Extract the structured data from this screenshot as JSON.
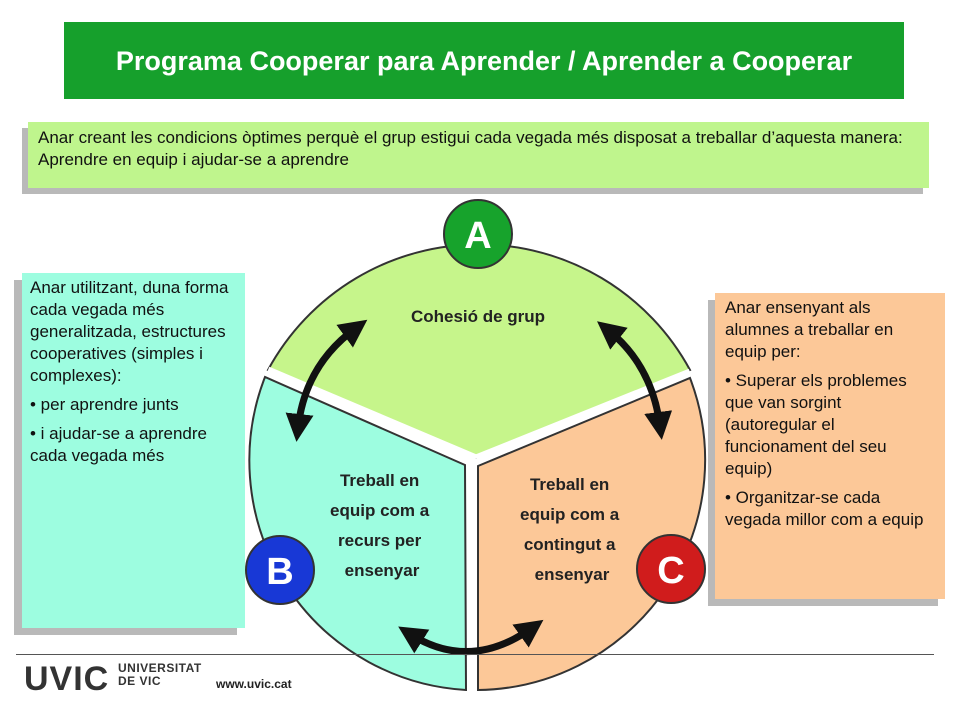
{
  "title": "Programa Cooperar para Aprender / Aprender a Cooperar",
  "top_box": "Anar creant les condicions òptimes perquè el grup estigui cada vegada més disposat a treballar d’aquesta manera: Aprendre en equip i ajudar-se a aprendre",
  "left_box": {
    "intro": "Anar utilitzant, duna forma cada vegada més generalitzada, estructures cooperatives (simples i complexes):",
    "bullets": [
      "•  per aprendre junts",
      "•  i ajudar-se a aprendre cada vegada més"
    ]
  },
  "right_box": {
    "intro": "Anar ensenyant als alumnes a treballar en equip per:",
    "bullets": [
      "• Superar els problemes que van sorgint (autoregular el funcionament del seu equip)",
      "• Organitzar-se cada vegada millor com a equip"
    ]
  },
  "segments": {
    "a": {
      "letter": "A",
      "label": "Cohesió de grup",
      "color": "#c6f58b",
      "badge_color": "#17a32c"
    },
    "b": {
      "letter": "B",
      "lines": [
        "Treball en",
        "equip com a",
        "recurs per",
        "ensenyar"
      ],
      "color": "#9dfde0",
      "badge_color": "#1838d6"
    },
    "c": {
      "letter": "C",
      "lines": [
        "Treball en",
        "equip com a",
        "contingut a",
        "ensenyar"
      ],
      "color": "#fcc898",
      "badge_color": "#d01c1c"
    }
  },
  "footer": {
    "logo": "UVIC",
    "logo_sub_1": "UNIVERSITAT",
    "logo_sub_2": "DE VIC",
    "url": "www.uvic.cat"
  }
}
